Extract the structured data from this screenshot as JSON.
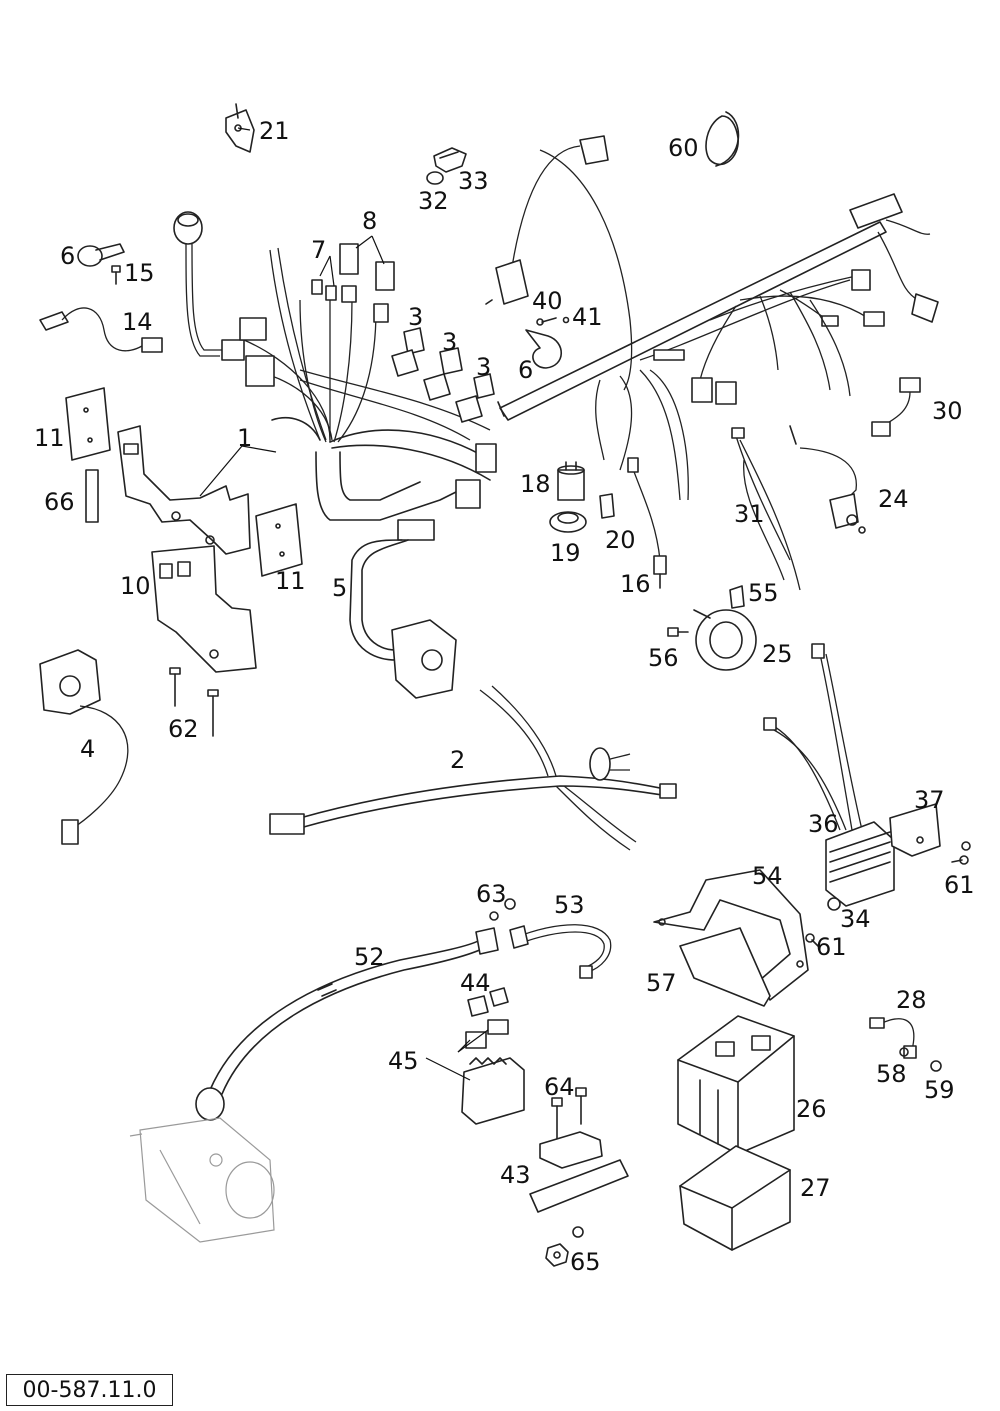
{
  "drawing": {
    "reference_number": "00-587.11.0",
    "callouts": [
      "1",
      "2",
      "3",
      "3",
      "3",
      "4",
      "5",
      "6",
      "6",
      "7",
      "8",
      "10",
      "11",
      "11",
      "14",
      "15",
      "16",
      "18",
      "19",
      "20",
      "21",
      "24",
      "25",
      "26",
      "27",
      "28",
      "30",
      "31",
      "32",
      "33",
      "34",
      "36",
      "37",
      "40",
      "41",
      "43",
      "44",
      "45",
      "52",
      "53",
      "54",
      "55",
      "56",
      "57",
      "58",
      "59",
      "60",
      "61",
      "61",
      "62",
      "63",
      "64",
      "65",
      "66"
    ]
  },
  "parts": [
    {
      "id": "p1",
      "label": "1",
      "name": "main-wiring-harness"
    },
    {
      "id": "p2",
      "label": "2",
      "name": "sub-wiring-harness"
    },
    {
      "id": "p3a",
      "label": "3",
      "name": "relay-holder"
    },
    {
      "id": "p3b",
      "label": "3",
      "name": "relay-holder"
    },
    {
      "id": "p3c",
      "label": "3",
      "name": "relay-holder"
    },
    {
      "id": "p4",
      "label": "4",
      "name": "ignition-switch"
    },
    {
      "id": "p5",
      "label": "5",
      "name": "handlebar-switch"
    },
    {
      "id": "p6a",
      "label": "6",
      "name": "cable-clamp"
    },
    {
      "id": "p6b",
      "label": "6",
      "name": "cable-clamp"
    },
    {
      "id": "p7",
      "label": "7",
      "name": "fuse"
    },
    {
      "id": "p8",
      "label": "8",
      "name": "fuse-holder"
    },
    {
      "id": "p10",
      "label": "10",
      "name": "mounting-plate"
    },
    {
      "id": "p11a",
      "label": "11",
      "name": "rubber-pad"
    },
    {
      "id": "p11b",
      "label": "11",
      "name": "rubber-pad"
    },
    {
      "id": "p14",
      "label": "14",
      "name": "sensor-cable"
    },
    {
      "id": "p15",
      "label": "15",
      "name": "screw"
    },
    {
      "id": "p16",
      "label": "16",
      "name": "pressure-switch"
    },
    {
      "id": "p18",
      "label": "18",
      "name": "capacitor"
    },
    {
      "id": "p19",
      "label": "19",
      "name": "rubber-sleeve"
    },
    {
      "id": "p20",
      "label": "20",
      "name": "holder"
    },
    {
      "id": "p21",
      "label": "21",
      "name": "switch"
    },
    {
      "id": "p24",
      "label": "24",
      "name": "side-stand-switch"
    },
    {
      "id": "p25",
      "label": "25",
      "name": "horn"
    },
    {
      "id": "p26",
      "label": "26",
      "name": "battery"
    },
    {
      "id": "p27",
      "label": "27",
      "name": "battery-box"
    },
    {
      "id": "p28",
      "label": "28",
      "name": "ground-cable"
    },
    {
      "id": "p30",
      "label": "30",
      "name": "connector"
    },
    {
      "id": "p31",
      "label": "31",
      "name": "cable-set"
    },
    {
      "id": "p32",
      "label": "32",
      "name": "o-ring"
    },
    {
      "id": "p33",
      "label": "33",
      "name": "neutral-switch"
    },
    {
      "id": "p34",
      "label": "34",
      "name": "nut"
    },
    {
      "id": "p36",
      "label": "36",
      "name": "voltage-regulator"
    },
    {
      "id": "p37",
      "label": "37",
      "name": "regulator-bracket"
    },
    {
      "id": "p40",
      "label": "40",
      "name": "screw"
    },
    {
      "id": "p41",
      "label": "41",
      "name": "washer"
    },
    {
      "id": "p43",
      "label": "43",
      "name": "relay-bracket"
    },
    {
      "id": "p44",
      "label": "44",
      "name": "rubber-cap"
    },
    {
      "id": "p45",
      "label": "45",
      "name": "starter-relay"
    },
    {
      "id": "p52",
      "label": "52",
      "name": "starter-cable"
    },
    {
      "id": "p53",
      "label": "53",
      "name": "battery-cable"
    },
    {
      "id": "p54",
      "label": "54",
      "name": "battery-holder"
    },
    {
      "id": "p55",
      "label": "55",
      "name": "clip"
    },
    {
      "id": "p56",
      "label": "56",
      "name": "screw"
    },
    {
      "id": "p57",
      "label": "57",
      "name": "cover"
    },
    {
      "id": "p58",
      "label": "58",
      "name": "washer"
    },
    {
      "id": "p59",
      "label": "59",
      "name": "screw"
    },
    {
      "id": "p60",
      "label": "60",
      "name": "cable-tie"
    },
    {
      "id": "p61a",
      "label": "61",
      "name": "screw"
    },
    {
      "id": "p61b",
      "label": "61",
      "name": "screw"
    },
    {
      "id": "p62",
      "label": "62",
      "name": "bolt"
    },
    {
      "id": "p63",
      "label": "63",
      "name": "screw"
    },
    {
      "id": "p64",
      "label": "64",
      "name": "screw"
    },
    {
      "id": "p65",
      "label": "65",
      "name": "nut"
    },
    {
      "id": "p66",
      "label": "66",
      "name": "spacer"
    }
  ]
}
